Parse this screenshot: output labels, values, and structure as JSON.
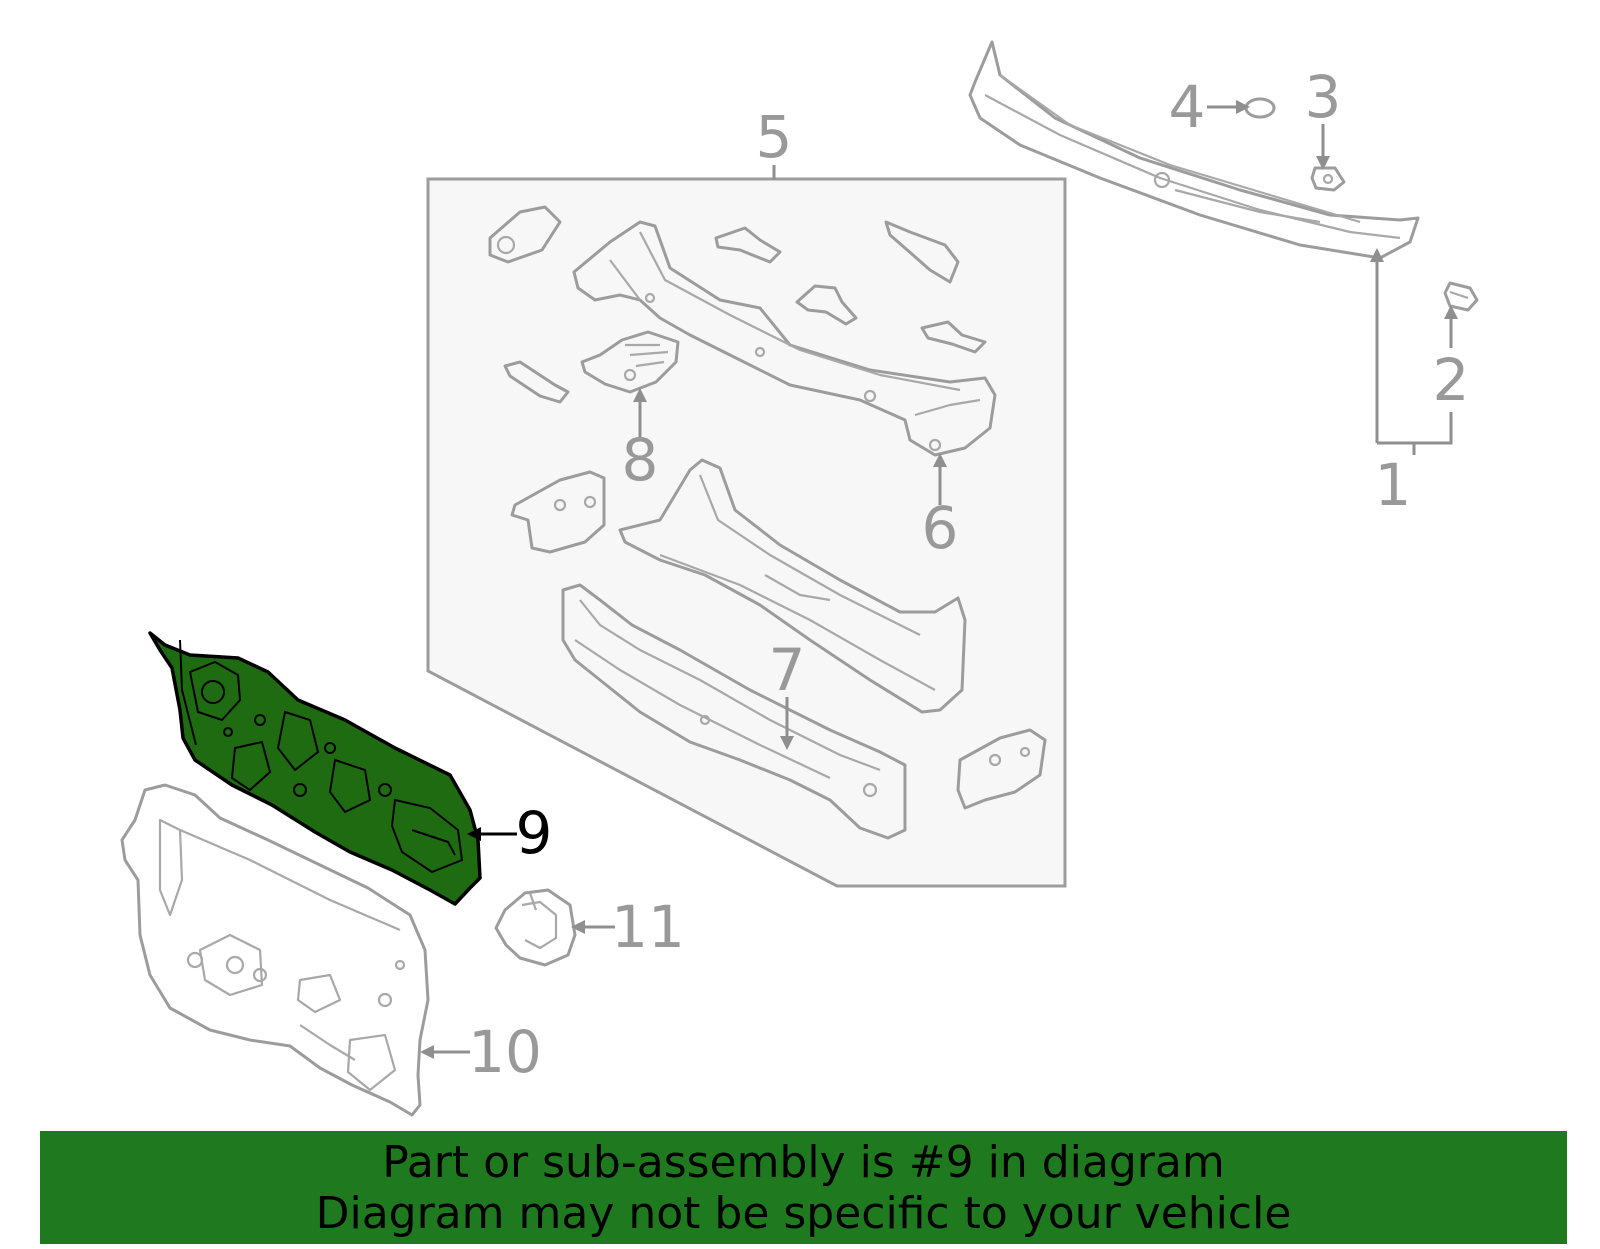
{
  "callouts": {
    "c1": "1",
    "c2": "2",
    "c3": "3",
    "c4": "4",
    "c5": "5",
    "c6": "6",
    "c7": "7",
    "c8": "8",
    "c9": "9",
    "c10": "10",
    "c11": "11"
  },
  "highlighted_part": "9",
  "colors": {
    "highlight_fill": "#1f6b12",
    "banner_background": "#1f7a1f",
    "part_outline": "#9c9c9c",
    "group_box": "#f7f7f7"
  },
  "banner": {
    "line1": "Part or sub-assembly is #9 in diagram",
    "line2": "Diagram may not be specific to your vehicle"
  }
}
